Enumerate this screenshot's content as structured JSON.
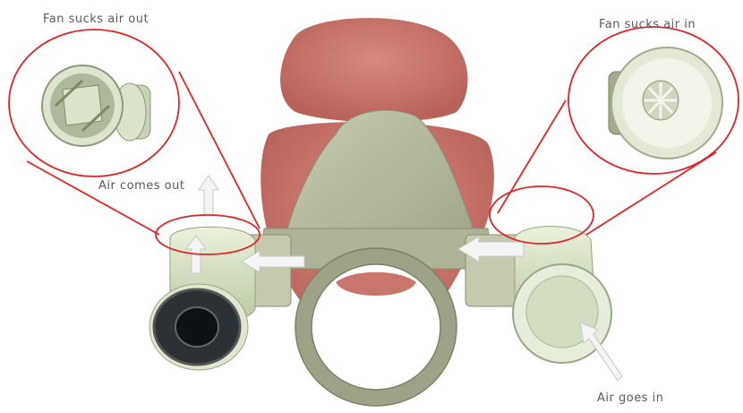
{
  "labels": {
    "fan_out": "Fan sucks air out",
    "fan_in": "Fan sucks air in",
    "air_out": "Air comes out",
    "air_in": "Air goes in"
  },
  "colors": {
    "face": "#c9776d",
    "mask": "#b9bda2",
    "filter_housing": "#d8e6c4",
    "callout": "#e0262a",
    "arrow": "#f2f2f2",
    "filter_cap": "#2b3135"
  }
}
